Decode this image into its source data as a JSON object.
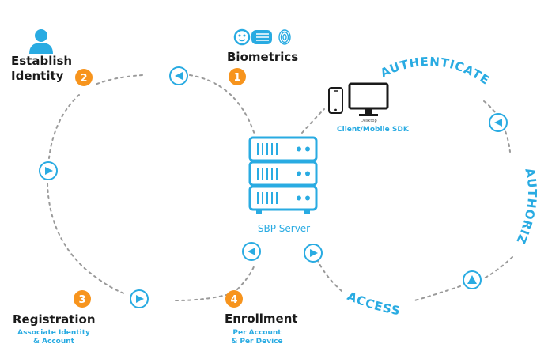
{
  "steps": {
    "establish": {
      "title_line1": "Establish",
      "title_line2": "Identity",
      "number": "2"
    },
    "biometrics": {
      "title": "Biometrics",
      "number": "1"
    },
    "registration": {
      "title": "Registration",
      "sub_line1": "Associate Identity",
      "sub_line2": "& Account",
      "number": "3"
    },
    "enrollment": {
      "title": "Enrollment",
      "sub_line1": "Per Account",
      "sub_line2": "& Per Device",
      "number": "4"
    }
  },
  "server": {
    "label": "SBP Server"
  },
  "client": {
    "desktop_label": "Desktop",
    "sdk_label": "Client/Mobile SDK"
  },
  "curve_labels": {
    "authenticate": "AUTHENTICATE",
    "authorize": "AUTHORIZE",
    "access": "ACCESS"
  },
  "icons": {
    "person": "person-icon",
    "face": "face-icon",
    "hand": "hand-icon",
    "fingerprint": "fingerprint-icon",
    "phone": "mobile-phone-icon",
    "monitor": "desktop-monitor-icon",
    "server": "server-rack-icon",
    "arrow": "play-arrow-icon"
  },
  "colors": {
    "accent_blue": "#29abe2",
    "badge_orange": "#f7941d",
    "dash_gray": "#9a9a9a",
    "text_dark": "#1a1a1a"
  }
}
